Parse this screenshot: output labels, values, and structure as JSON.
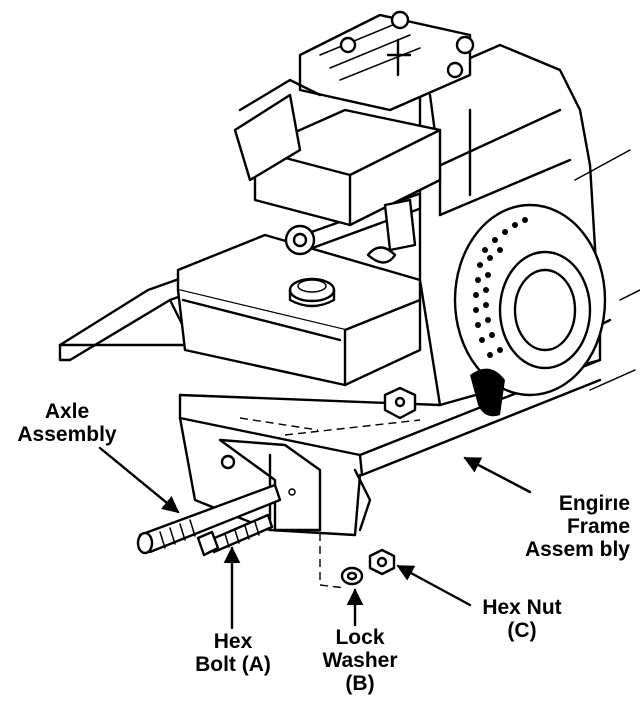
{
  "diagram": {
    "labels": {
      "axle_assembly": [
        "Axle",
        "Assembly"
      ],
      "engine_frame_assembly": [
        "Engirıe",
        "Frame",
        "Assem bly"
      ],
      "hex_bolt": [
        "Hex",
        "Bolt (A)"
      ],
      "lock_washer": [
        "Lock",
        "Washer",
        "(B)"
      ],
      "hex_nut": [
        "Hex Nut",
        "(C)"
      ]
    },
    "colors": {
      "ink": "#000000",
      "paper": "#ffffff"
    }
  }
}
